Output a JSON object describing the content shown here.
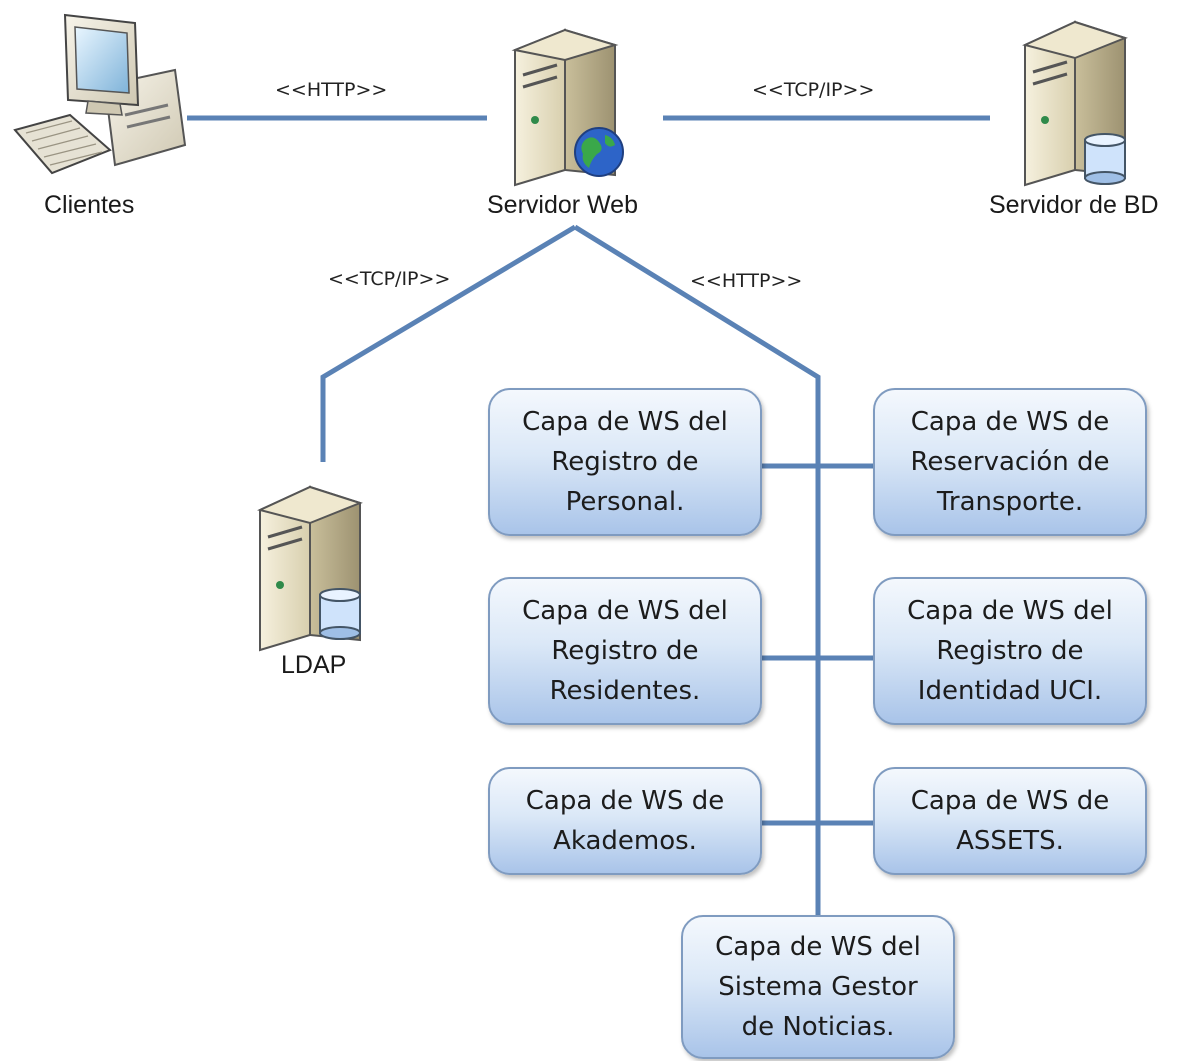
{
  "nodes": {
    "clientes": "Clientes",
    "servidor_web": "Servidor Web",
    "servidor_bd": "Servidor de BD",
    "ldap": "LDAP"
  },
  "protocols": {
    "clientes_web": "<<HTTP>>",
    "web_bd": "<<TCP/IP>>",
    "web_ldap": "<<TCP/IP>>",
    "web_ws": "<<HTTP>>"
  },
  "ws_boxes": [
    {
      "lines": [
        "Capa de WS del",
        "Registro de",
        "Personal."
      ]
    },
    {
      "lines": [
        "Capa de WS de",
        "Reservación de",
        "Transporte."
      ]
    },
    {
      "lines": [
        "Capa de WS del",
        "Registro de",
        "Residentes."
      ]
    },
    {
      "lines": [
        "Capa de WS del",
        "Registro de",
        "Identidad UCI."
      ]
    },
    {
      "lines": [
        "Capa de WS de",
        "Akademos."
      ]
    },
    {
      "lines": [
        "Capa de WS de",
        "ASSETS."
      ]
    },
    {
      "lines": [
        "Capa de WS del",
        "Sistema Gestor",
        "de Noticias."
      ]
    }
  ],
  "colors": {
    "connector": "#5a82b5",
    "box_border": "#7f9bc0",
    "box_fill_bottom": "#a9c4e9"
  }
}
